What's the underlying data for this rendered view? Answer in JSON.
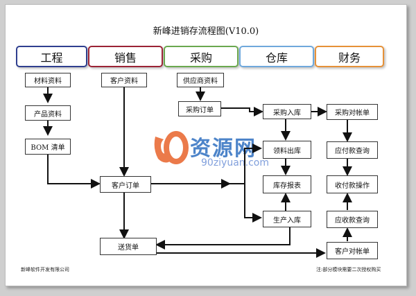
{
  "title": "新峰进销存流程图(V10.0)",
  "departments": [
    "工程",
    "销售",
    "采购",
    "仓库",
    "财务"
  ],
  "department_colors": [
    "#2f3f8f",
    "#9b2335",
    "#6aa84f",
    "#6fa8dc",
    "#e69138"
  ],
  "nodes": {
    "material": "材料资料",
    "product": "产品资料",
    "bom": "BOM 清单",
    "customer_info": "客户资料",
    "customer_order": "客户订单",
    "delivery": "送货单",
    "supplier_info": "供应商资料",
    "purchase_order": "采购订单",
    "purchase_in": "采购入库",
    "material_out": "领料出库",
    "inventory_report": "库存报表",
    "production_in": "生产入库",
    "purchase_reconcile": "采购对帐单",
    "payable_query": "应付款查询",
    "receive_payment": "收付款操作",
    "receivable_query": "应收款查询",
    "customer_reconcile": "客户对帐单"
  },
  "watermark": {
    "logo_text": "资源网",
    "site": "90ziyuan.com"
  },
  "footer": {
    "left": "新峰软件开发有限公司",
    "right": "注:部分模块需要二次授权购买"
  },
  "colors": {
    "line": "#111111",
    "background": "#ffffff",
    "watermark": "#2f6fc0",
    "watermark_accent": "#e8632b"
  }
}
